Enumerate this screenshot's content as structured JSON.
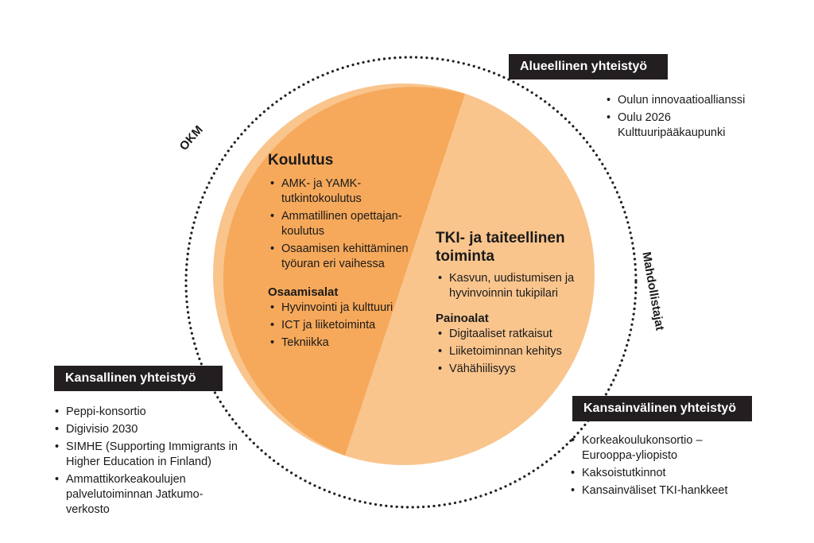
{
  "ring": {
    "top_left_label": "OKM",
    "right_label": "Mahdollistajat"
  },
  "colors": {
    "left_segment": "#f6a95b",
    "right_segment": "#f9c58d",
    "dark_box": "#231f20",
    "ring_dots": "#231f20"
  },
  "koulutus": {
    "title": "Koulutus",
    "items": [
      "AMK- ja YAMK-tutkintokoulutus",
      "Ammatillinen opettajan-koulutus",
      "Osaamisen kehittäminen työuran eri vaihessa"
    ],
    "sub_title": "Osaamisalat",
    "sub_items": [
      "Hyvinvointi ja kulttuuri",
      "ICT ja liiketoiminta",
      "Tekniikka"
    ]
  },
  "tki": {
    "title": "TKI- ja taiteellinen toiminta",
    "items": [
      "Kasvun, uudistumisen ja hyvinvoinnin tukipilari"
    ],
    "sub_title": "Painoalat",
    "sub_items": [
      "Digitaaliset ratkaisut",
      "Liiketoiminnan kehitys",
      "Vähähiilisyys"
    ]
  },
  "alueellinen": {
    "title": "Alueellinen yhteistyö",
    "items": [
      "Oulun innovaatioallianssi",
      "Oulu 2026 Kulttuuripääkaupunki"
    ]
  },
  "kansallinen": {
    "title": "Kansallinen yhteistyö",
    "items": [
      "Peppi-konsortio",
      "Digivisio 2030",
      "SIMHE (Supporting Immigrants in Higher Education in Finland)",
      "Ammattikorkeakoulujen palvelutoiminnan Jatkumo-verkosto"
    ]
  },
  "kansainvalinen": {
    "title": "Kansainvälinen yhteistyö",
    "items": [
      "Korkeakoulukonsortio – Eurooppa-yliopisto",
      "Kaksoistutkinnot",
      "Kansainväliset TKI-hankkeet"
    ]
  }
}
